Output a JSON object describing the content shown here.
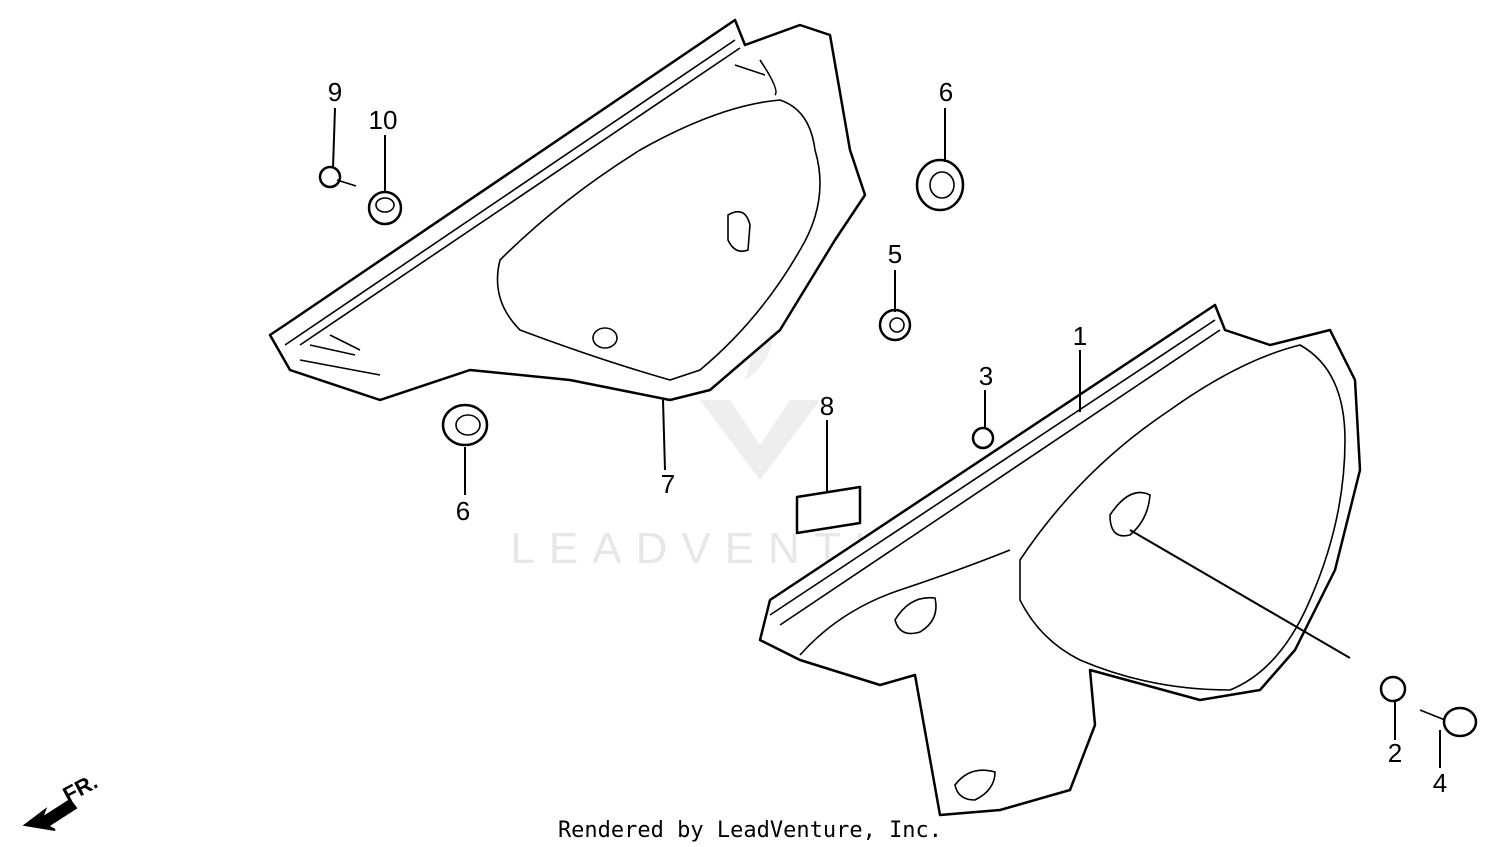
{
  "diagram": {
    "watermark": "LEADVENTURE",
    "footer": "Rendered by LeadVenture, Inc.",
    "direction_label": "FR.",
    "callouts": [
      "1",
      "2",
      "3",
      "4",
      "5",
      "6",
      "6",
      "7",
      "8",
      "9",
      "10"
    ]
  }
}
